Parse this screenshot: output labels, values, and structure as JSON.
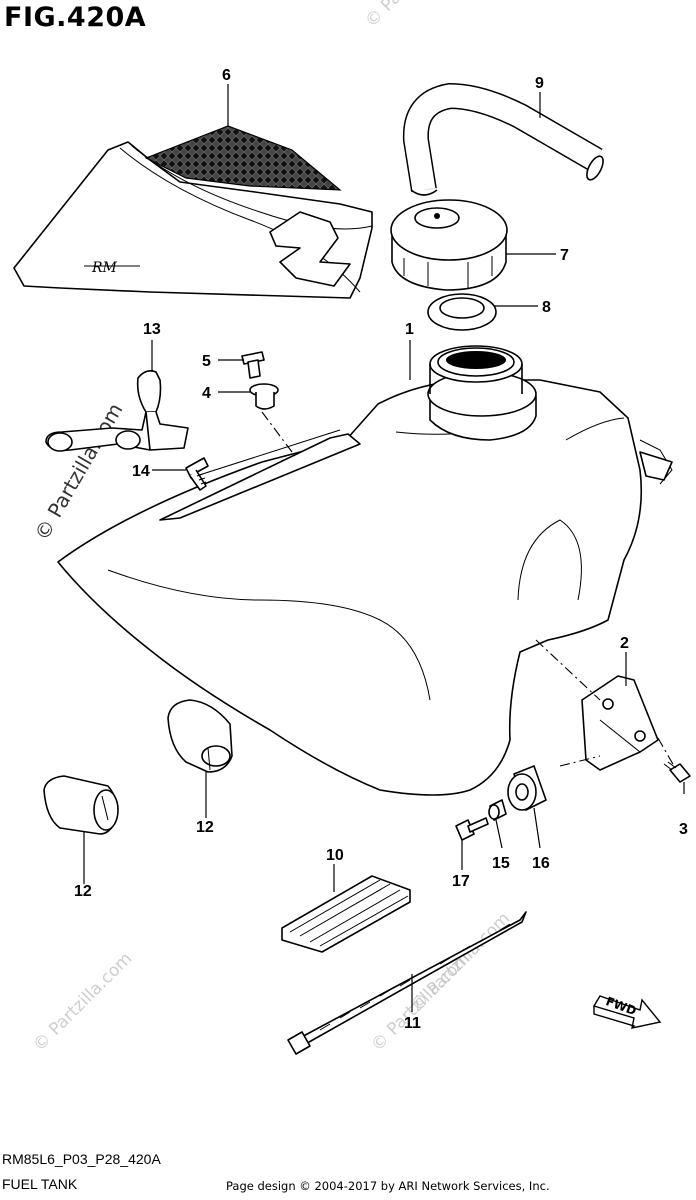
{
  "figure": {
    "title": "FIG.420A",
    "code": "RM85L6_P03_P28_420A",
    "name": "FUEL TANK",
    "credit": "Page design © 2004-2017 by ARI Network Services, Inc."
  },
  "watermark": {
    "text": "© Partzilla.com"
  },
  "callouts": [
    {
      "id": "1"
    },
    {
      "id": "2"
    },
    {
      "id": "3"
    },
    {
      "id": "4"
    },
    {
      "id": "5"
    },
    {
      "id": "6"
    },
    {
      "id": "7"
    },
    {
      "id": "8"
    },
    {
      "id": "9"
    },
    {
      "id": "10"
    },
    {
      "id": "11"
    },
    {
      "id": "12a",
      "label": "12"
    },
    {
      "id": "12b",
      "label": "12"
    },
    {
      "id": "13"
    },
    {
      "id": "14"
    },
    {
      "id": "15"
    },
    {
      "id": "16"
    },
    {
      "id": "17"
    }
  ],
  "shroud_logo": "RM",
  "fwd_label": "FWD"
}
